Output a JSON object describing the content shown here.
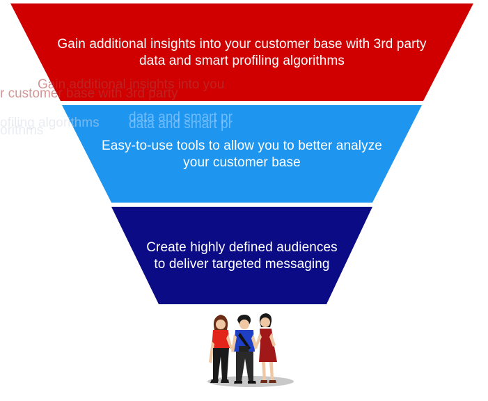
{
  "funnel": {
    "tiers": [
      {
        "lines": [
          "Gain additional insights into your customer base with 3rd party",
          "data and smart profiling algorithms"
        ],
        "color": "#d10000"
      },
      {
        "lines": [
          "Easy-to-use tools to allow you to better analyze",
          "your customer base"
        ],
        "color": "#1e96f0"
      },
      {
        "lines": [
          "Create highly defined audiences",
          "to deliver targeted messaging"
        ],
        "color": "#0b0b86"
      }
    ],
    "people_icon": "group-of-three-people-illustration",
    "people_colors": {
      "left_shirt": "#e3241b",
      "middle_shirt": "#1f3fc4",
      "right_dress": "#a01818",
      "hair": "#6b2b14",
      "pants": "#1a1a1a",
      "skin": "#f0c7a3",
      "shadow": "#c8c8c8"
    }
  }
}
